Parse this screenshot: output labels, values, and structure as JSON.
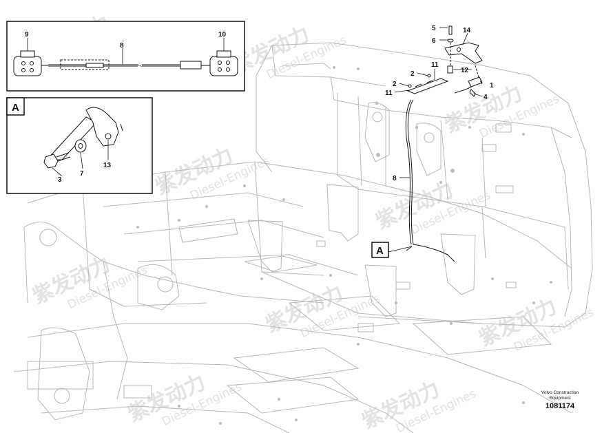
{
  "watermark": {
    "brand_cn": "紫发动力",
    "brand_en": "Diesel-Engines"
  },
  "callouts": {
    "c1": "1",
    "c2a": "2",
    "c2b": "2",
    "c3": "3",
    "c4": "4",
    "c5": "5",
    "c6": "6",
    "c7": "7",
    "c8a": "8",
    "c8b": "8",
    "c9": "9",
    "c10": "10",
    "c11a": "11",
    "c11b": "11",
    "c12": "12",
    "c13": "13",
    "c14": "14"
  },
  "detail_label": "A",
  "section_marker": "A",
  "footer": {
    "line1": "Volvo Construction",
    "line2": "Equipment",
    "ref_number": "1081174"
  }
}
